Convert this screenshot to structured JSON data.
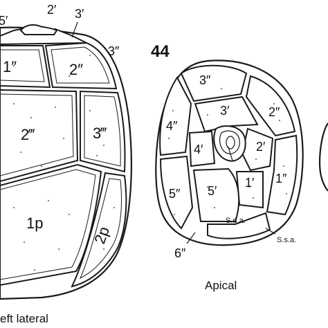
{
  "left_view": {
    "labels": {
      "plate_5prime": "5′",
      "plate_2prime": "2′",
      "plate_3prime": "3′",
      "plate_3dd": "3″",
      "plate_1dd": "1″",
      "plate_2dd": "2″",
      "plate_2ddd": "2‴",
      "plate_3ddd": "3‴",
      "plate_1p": "1p",
      "plate_2p": "2p"
    },
    "caption": "eft lateral"
  },
  "apical_view": {
    "figure_number": "44",
    "labels": {
      "plate_3dd": "3″",
      "plate_3prime": "3′",
      "plate_2dd": "2″",
      "plate_4dd": "4″",
      "plate_4prime": "4′",
      "plate_2prime": "2′",
      "plate_5dd": "5″",
      "plate_5prime": "5′",
      "plate_1prime": "1′",
      "plate_1dd": "1″",
      "sda": "S.d.a.",
      "ssa": "S.s.a.",
      "plate_6dd": "6″"
    },
    "caption": "Apical"
  }
}
